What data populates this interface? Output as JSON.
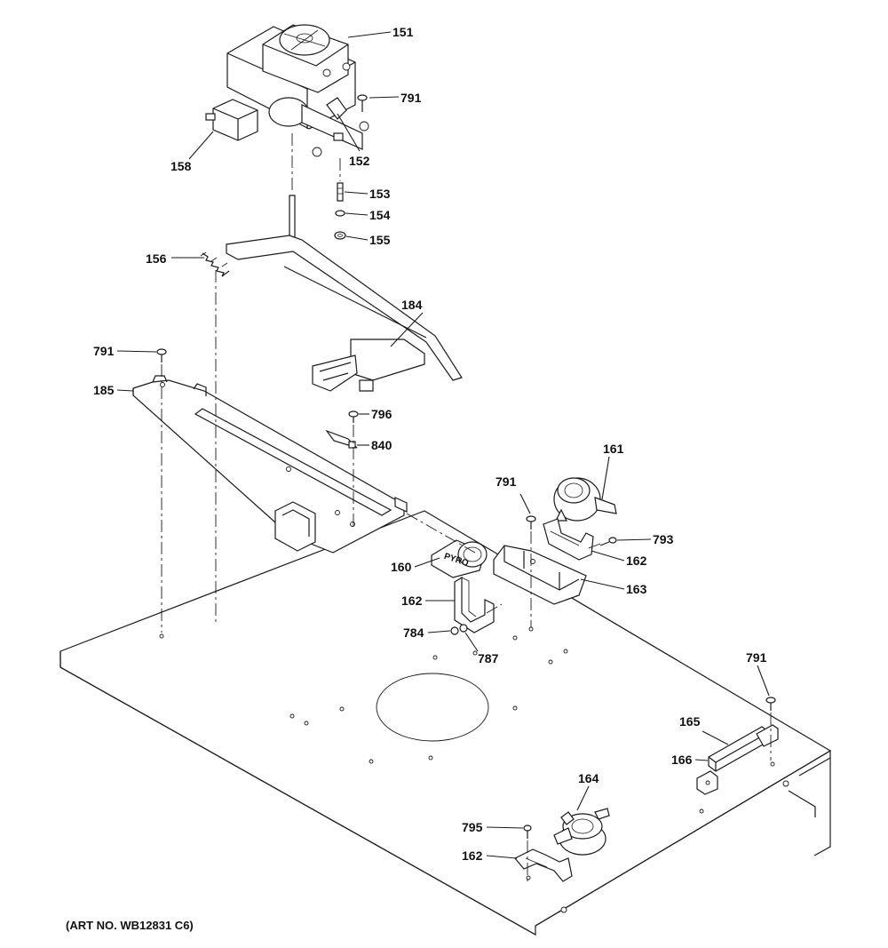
{
  "diagram": {
    "art_number": "(ART NO. WB12831 C6)",
    "embossed_text": "PYRO",
    "callouts": {
      "p151": "151",
      "p791a": "791",
      "p152": "152",
      "p158": "158",
      "p153": "153",
      "p154": "154",
      "p155": "155",
      "p156": "156",
      "p184": "184",
      "p791b": "791",
      "p185": "185",
      "p796": "796",
      "p840": "840",
      "p161": "161",
      "p791c": "791",
      "p793": "793",
      "p162a": "162",
      "p160": "160",
      "p163": "163",
      "p162b": "162",
      "p784": "784",
      "p787": "787",
      "p791d": "791",
      "p165": "165",
      "p166": "166",
      "p164": "164",
      "p795": "795",
      "p162c": "162"
    }
  }
}
